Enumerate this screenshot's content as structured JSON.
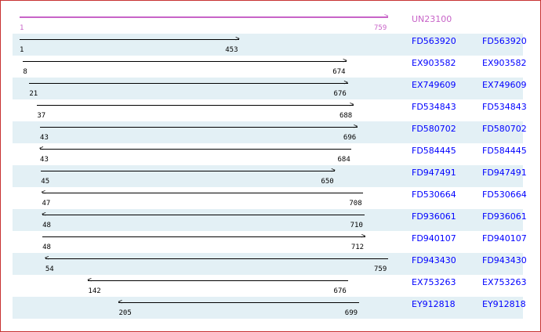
{
  "reference": {
    "id": "UN23100",
    "start": 1,
    "end": 759,
    "color": "#c864c8"
  },
  "scale": {
    "min": 1,
    "max": 759
  },
  "rows": [
    {
      "id": "FD563920",
      "link": "FD563920",
      "start": 1,
      "end": 453,
      "dir": "right"
    },
    {
      "id": "EX903582",
      "link": "EX903582",
      "start": 8,
      "end": 674,
      "dir": "right"
    },
    {
      "id": "EX749609",
      "link": "EX749609",
      "start": 21,
      "end": 676,
      "dir": "right"
    },
    {
      "id": "FD534843",
      "link": "FD534843",
      "start": 37,
      "end": 688,
      "dir": "right"
    },
    {
      "id": "FD580702",
      "link": "FD580702",
      "start": 43,
      "end": 696,
      "dir": "right"
    },
    {
      "id": "FD584445",
      "link": "FD584445",
      "start": 43,
      "end": 684,
      "dir": "left"
    },
    {
      "id": "FD947491",
      "link": "FD947491",
      "start": 45,
      "end": 650,
      "dir": "right"
    },
    {
      "id": "FD530664",
      "link": "FD530664",
      "start": 47,
      "end": 708,
      "dir": "left"
    },
    {
      "id": "FD936061",
      "link": "FD936061",
      "start": 48,
      "end": 710,
      "dir": "left"
    },
    {
      "id": "FD940107",
      "link": "FD940107",
      "start": 48,
      "end": 712,
      "dir": "right"
    },
    {
      "id": "FD943430",
      "link": "FD943430",
      "start": 54,
      "end": 759,
      "dir": "left"
    },
    {
      "id": "EX753263",
      "link": "EX753263",
      "start": 142,
      "end": 676,
      "dir": "left"
    },
    {
      "id": "EY912818",
      "link": "EY912818",
      "start": 205,
      "end": 699,
      "dir": "left"
    }
  ]
}
